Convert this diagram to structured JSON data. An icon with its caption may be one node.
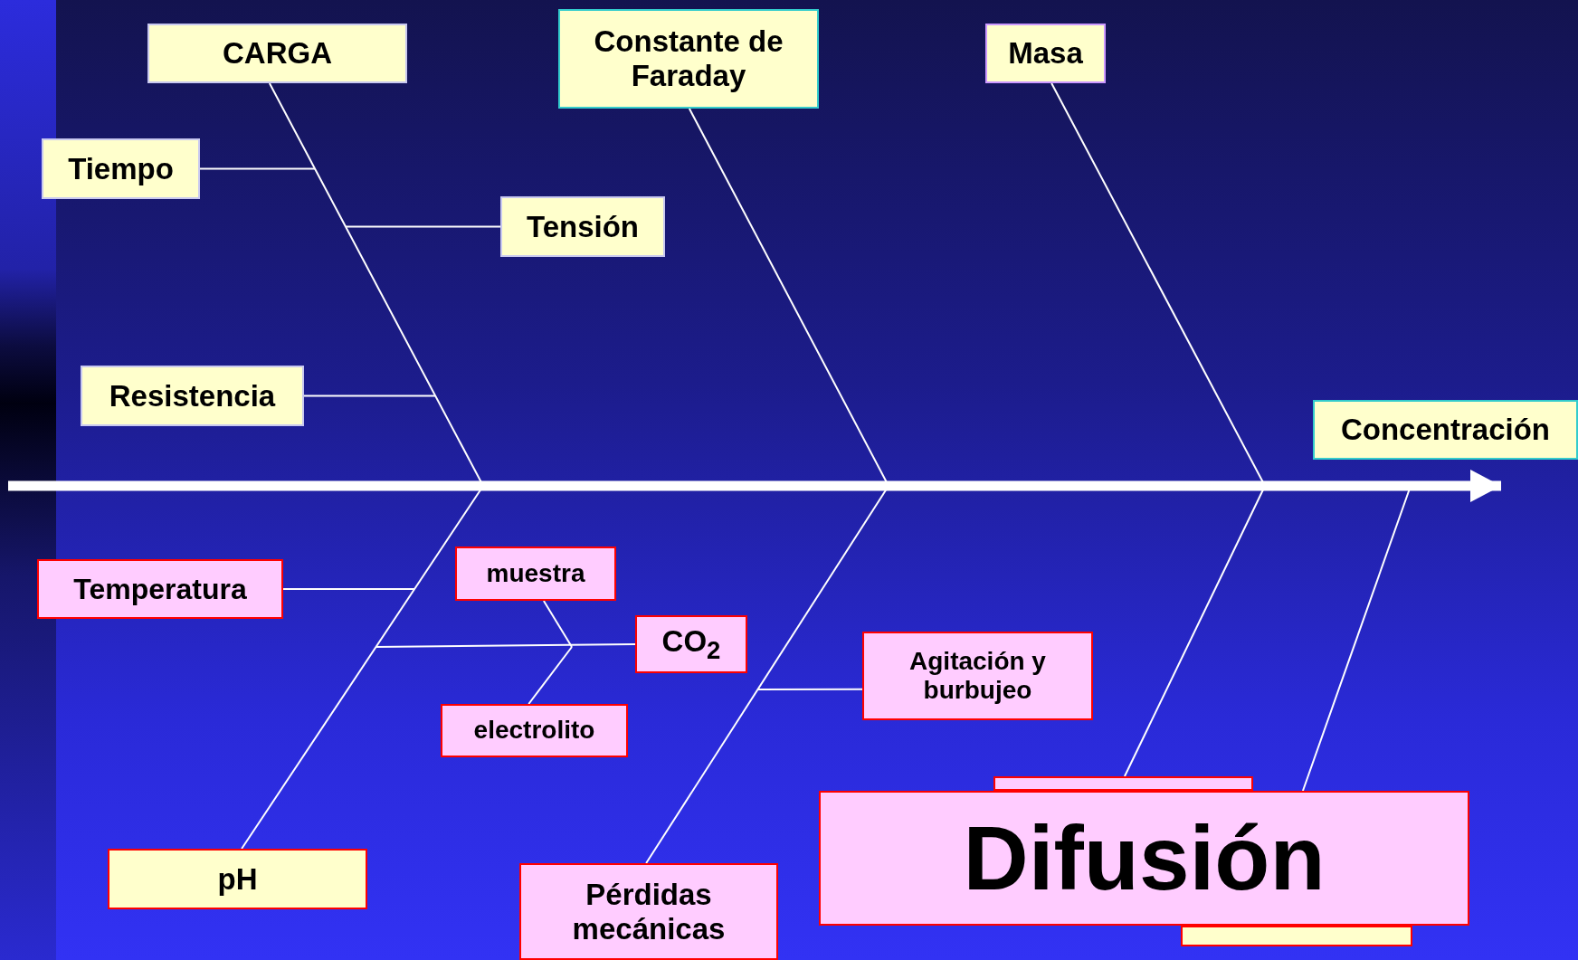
{
  "diagram": {
    "nodes": [
      {
        "text": [
          "CARGA"
        ]
      },
      {
        "text": [
          "Constante de Faraday"
        ]
      },
      {
        "text": [
          "Masa"
        ]
      },
      {
        "text": [
          "Tiempo"
        ]
      },
      {
        "text": [
          "Tensión"
        ]
      },
      {
        "text": [
          "Resistencia"
        ]
      },
      {
        "text": [
          "Concentración"
        ]
      },
      {
        "text": [
          "Temperatura"
        ]
      },
      {
        "text": [
          "muestra"
        ]
      },
      {
        "text": [
          "CO$_{2}$"
        ]
      },
      {
        "text": [
          "electrolito"
        ]
      },
      {
        "text": [
          "Agitación y burbujeo"
        ]
      },
      {
        "text": [
          "pH"
        ]
      },
      {
        "text": [
          "Pérdidas mecánicas"
        ]
      },
      {
        "text": [],
        "shape": "box"
      },
      {
        "text": [],
        "shape": "box"
      },
      {
        "text": [
          "Difusión"
        ]
      }
    ],
    "edges": [
      {
        "from": null,
        "to": 6,
        "arrow": "to",
        "style": "thick"
      },
      {
        "from": 0,
        "to": null,
        "arrow": "none"
      },
      {
        "from": 1,
        "to": null,
        "arrow": "none"
      },
      {
        "from": 2,
        "to": null,
        "arrow": "none"
      },
      {
        "from": 12,
        "to": null,
        "arrow": "none"
      },
      {
        "from": 13,
        "to": null,
        "arrow": "none"
      },
      {
        "from": 14,
        "to": null,
        "arrow": "none"
      },
      {
        "from": 16,
        "to": null,
        "arrow": "none"
      },
      {
        "from": 3,
        "to": null,
        "arrow": "none"
      },
      {
        "from": 4,
        "to": null,
        "arrow": "none"
      },
      {
        "from": 5,
        "to": null,
        "arrow": "none"
      },
      {
        "from": 7,
        "to": null,
        "arrow": "none"
      },
      {
        "from": 9,
        "to": null,
        "arrow": "none"
      },
      {
        "from": 8,
        "to": null,
        "arrow": "none"
      },
      {
        "from": 10,
        "to": null,
        "arrow": "none"
      },
      {
        "from": 11,
        "to": null,
        "arrow": "none"
      }
    ]
  }
}
